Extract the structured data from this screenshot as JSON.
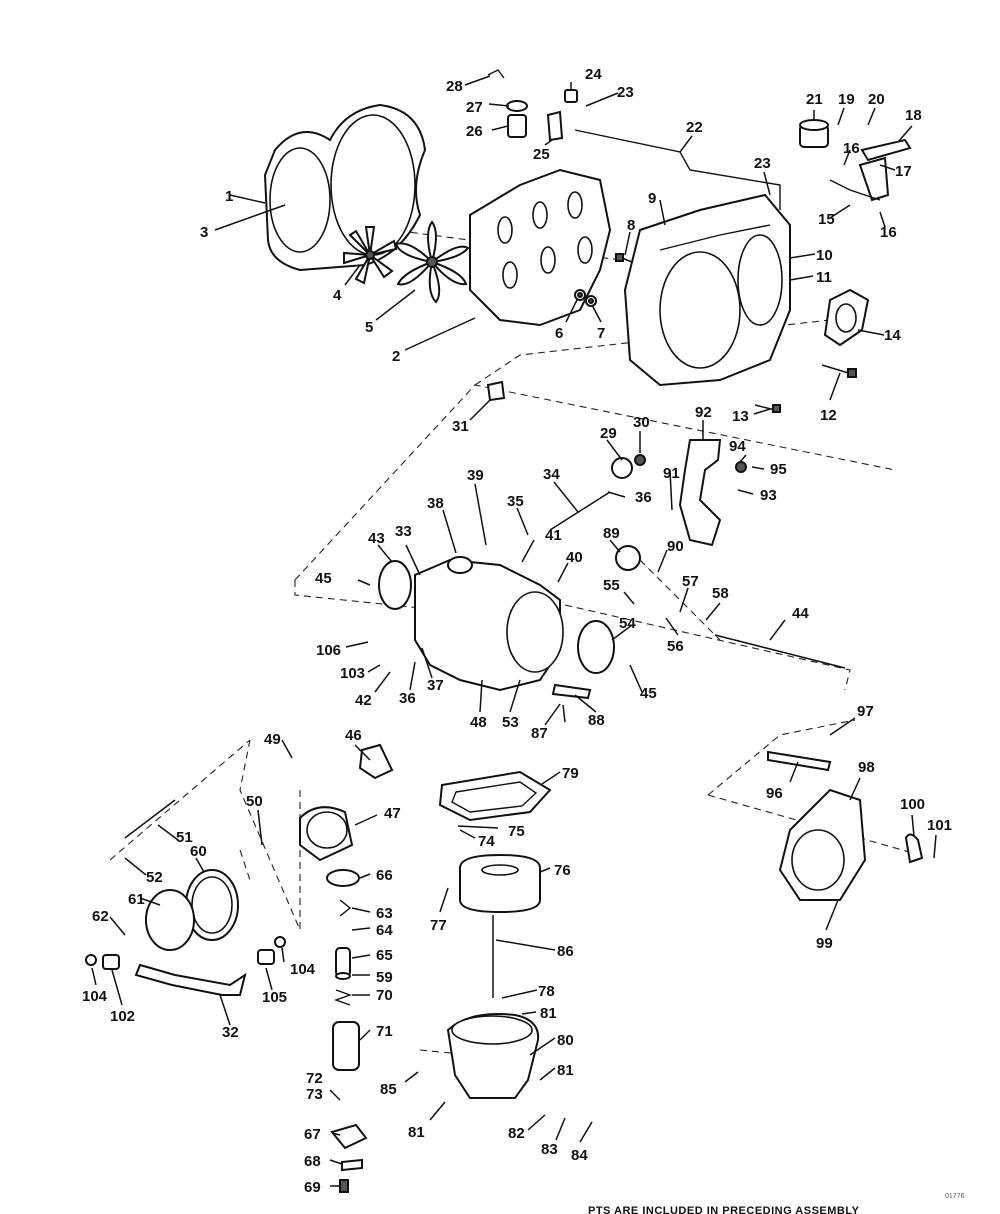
{
  "diagram": {
    "footer_note": "PTS ARE INCLUDED IN PRECEDING ASSEMBLY",
    "drawing_code": "01776",
    "callouts": [
      "1",
      "2",
      "3",
      "4",
      "5",
      "6",
      "7",
      "8",
      "9",
      "10",
      "11",
      "12",
      "13",
      "14",
      "15",
      "16",
      "16",
      "17",
      "18",
      "19",
      "20",
      "21",
      "22",
      "23",
      "23",
      "24",
      "25",
      "26",
      "27",
      "28",
      "29",
      "30",
      "31",
      "32",
      "33",
      "34",
      "35",
      "36",
      "36",
      "37",
      "38",
      "39",
      "40",
      "41",
      "42",
      "43",
      "44",
      "45",
      "45",
      "46",
      "47",
      "48",
      "49",
      "50",
      "51",
      "52",
      "53",
      "54",
      "55",
      "56",
      "57",
      "58",
      "59",
      "60",
      "61",
      "62",
      "63",
      "64",
      "65",
      "66",
      "67",
      "68",
      "69",
      "70",
      "71",
      "72",
      "73",
      "74",
      "75",
      "76",
      "77",
      "78",
      "79",
      "80",
      "81",
      "81",
      "81",
      "82",
      "83",
      "84",
      "85",
      "86",
      "87",
      "88",
      "89",
      "90",
      "91",
      "92",
      "93",
      "94",
      "95",
      "96",
      "97",
      "98",
      "99",
      "100",
      "101",
      "102",
      "103",
      "104",
      "104",
      "105",
      "106"
    ]
  }
}
